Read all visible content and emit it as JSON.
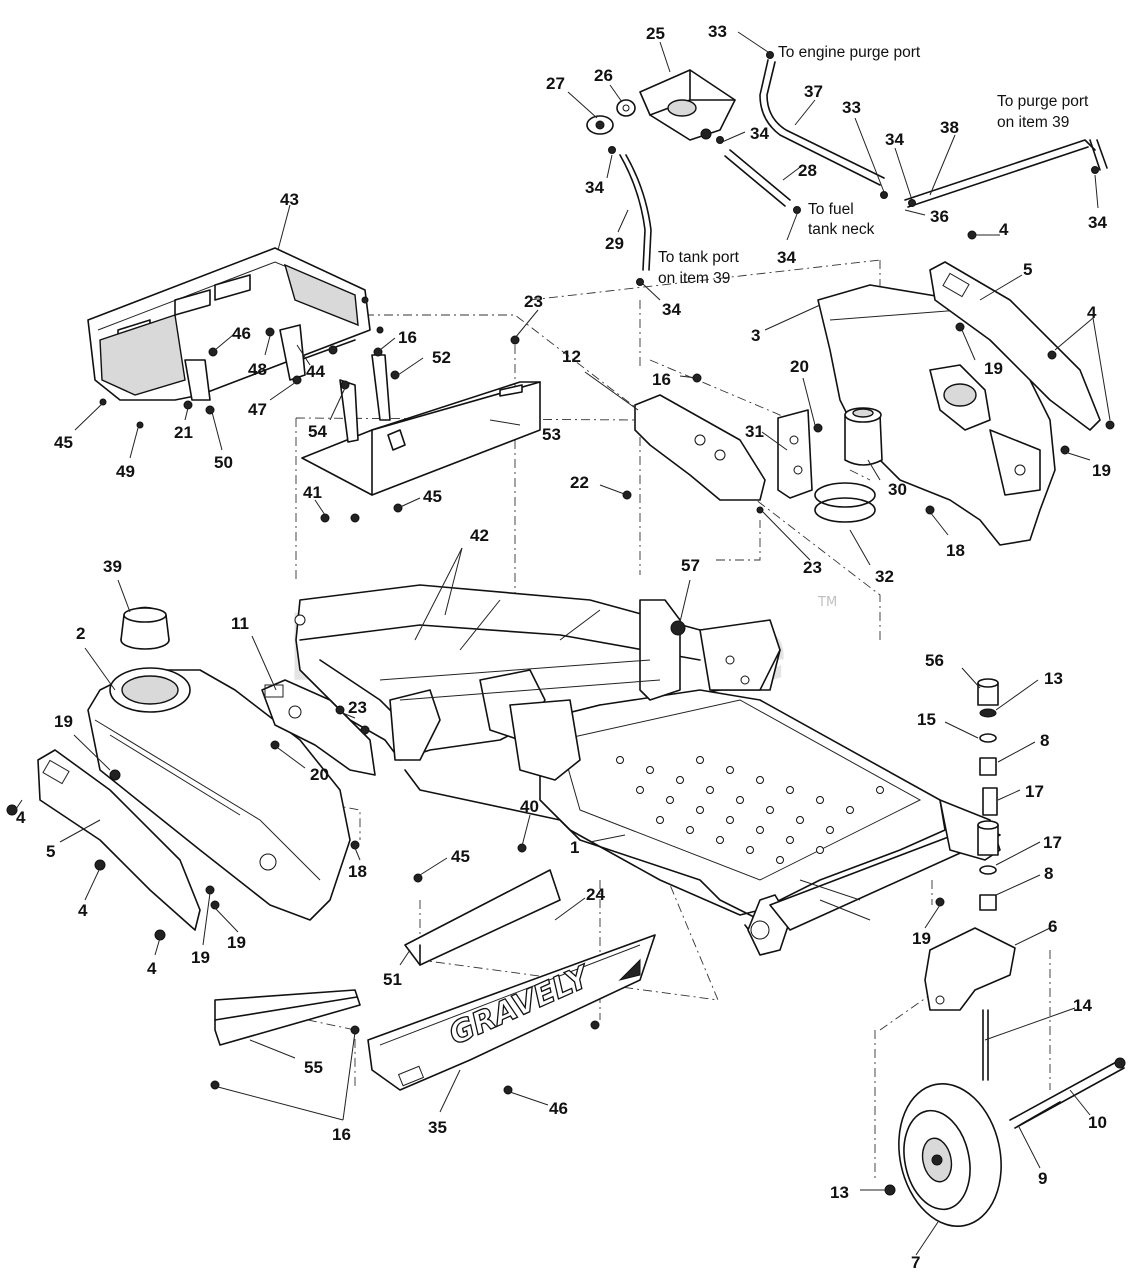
{
  "watermark": {
    "text": "PartsTree",
    "tm": "TM"
  },
  "brand_logo": "GRAVELY",
  "callouts": [
    {
      "n": "33",
      "label": "33"
    },
    {
      "n": "25",
      "label": "25"
    },
    {
      "n": "27",
      "label": "27"
    },
    {
      "n": "26",
      "label": "26"
    },
    {
      "n": "37",
      "label": "37"
    },
    {
      "n": "33",
      "label": "33"
    },
    {
      "n": "38",
      "label": "38"
    },
    {
      "n": "34",
      "label": "34"
    },
    {
      "n": "34",
      "label": "34"
    },
    {
      "n": "34",
      "label": "34"
    },
    {
      "n": "28",
      "label": "28"
    },
    {
      "n": "36",
      "label": "36"
    },
    {
      "n": "34",
      "label": "34"
    },
    {
      "n": "29",
      "label": "29"
    },
    {
      "n": "34",
      "label": "34"
    },
    {
      "n": "34",
      "label": "34"
    },
    {
      "n": "43",
      "label": "43"
    },
    {
      "n": "46",
      "label": "46"
    },
    {
      "n": "16",
      "label": "16"
    },
    {
      "n": "48",
      "label": "48"
    },
    {
      "n": "44",
      "label": "44"
    },
    {
      "n": "52",
      "label": "52"
    },
    {
      "n": "47",
      "label": "47"
    },
    {
      "n": "54",
      "label": "54"
    },
    {
      "n": "45",
      "label": "45"
    },
    {
      "n": "49",
      "label": "49"
    },
    {
      "n": "21",
      "label": "21"
    },
    {
      "n": "50",
      "label": "50"
    },
    {
      "n": "23",
      "label": "23"
    },
    {
      "n": "53",
      "label": "53"
    },
    {
      "n": "12",
      "label": "12"
    },
    {
      "n": "16",
      "label": "16"
    },
    {
      "n": "4",
      "label": "4"
    },
    {
      "n": "5",
      "label": "5"
    },
    {
      "n": "3",
      "label": "3"
    },
    {
      "n": "4",
      "label": "4"
    },
    {
      "n": "19",
      "label": "19"
    },
    {
      "n": "20",
      "label": "20"
    },
    {
      "n": "31",
      "label": "31"
    },
    {
      "n": "19",
      "label": "19"
    },
    {
      "n": "22",
      "label": "22"
    },
    {
      "n": "30",
      "label": "30"
    },
    {
      "n": "41",
      "label": "41"
    },
    {
      "n": "45",
      "label": "45"
    },
    {
      "n": "42",
      "label": "42"
    },
    {
      "n": "18",
      "label": "18"
    },
    {
      "n": "23",
      "label": "23"
    },
    {
      "n": "32",
      "label": "32"
    },
    {
      "n": "39",
      "label": "39"
    },
    {
      "n": "57",
      "label": "57"
    },
    {
      "n": "2",
      "label": "2"
    },
    {
      "n": "11",
      "label": "11"
    },
    {
      "n": "56",
      "label": "56"
    },
    {
      "n": "13",
      "label": "13"
    },
    {
      "n": "15",
      "label": "15"
    },
    {
      "n": "8",
      "label": "8"
    },
    {
      "n": "19",
      "label": "19"
    },
    {
      "n": "23",
      "label": "23"
    },
    {
      "n": "20",
      "label": "20"
    },
    {
      "n": "17",
      "label": "17"
    },
    {
      "n": "4",
      "label": "4"
    },
    {
      "n": "40",
      "label": "40"
    },
    {
      "n": "1",
      "label": "1"
    },
    {
      "n": "17",
      "label": "17"
    },
    {
      "n": "5",
      "label": "5"
    },
    {
      "n": "45",
      "label": "45"
    },
    {
      "n": "8",
      "label": "8"
    },
    {
      "n": "18",
      "label": "18"
    },
    {
      "n": "24",
      "label": "24"
    },
    {
      "n": "4",
      "label": "4"
    },
    {
      "n": "19",
      "label": "19"
    },
    {
      "n": "19",
      "label": "19"
    },
    {
      "n": "19",
      "label": "19"
    },
    {
      "n": "6",
      "label": "6"
    },
    {
      "n": "4",
      "label": "4"
    },
    {
      "n": "51",
      "label": "51"
    },
    {
      "n": "14",
      "label": "14"
    },
    {
      "n": "55",
      "label": "55"
    },
    {
      "n": "10",
      "label": "10"
    },
    {
      "n": "46",
      "label": "46"
    },
    {
      "n": "16",
      "label": "16"
    },
    {
      "n": "35",
      "label": "35"
    },
    {
      "n": "9",
      "label": "9"
    },
    {
      "n": "13",
      "label": "13"
    },
    {
      "n": "7",
      "label": "7"
    }
  ],
  "notes": {
    "engine_purge": "To engine purge port",
    "purge_port_1": "To purge port",
    "purge_port_2": "on item 39",
    "fuel_neck_1": "To fuel",
    "fuel_neck_2": "tank neck",
    "tank_port_1": "To tank port",
    "tank_port_2": "on item 39"
  }
}
